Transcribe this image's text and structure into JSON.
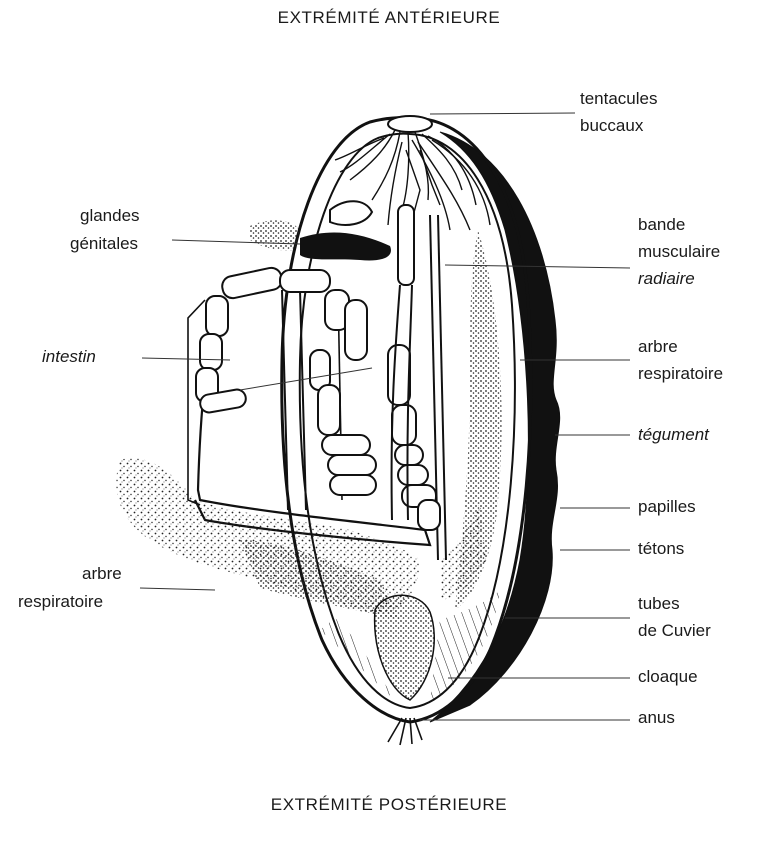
{
  "titles": {
    "top": "EXTRÉMITÉ ANTÉRIEURE",
    "bottom": "EXTRÉMITÉ POSTÉRIEURE"
  },
  "labels": {
    "tentacules_1": "tentacules",
    "tentacules_2": "buccaux",
    "glandes_1": "glandes",
    "glandes_2": "génitales",
    "bande_1": "bande",
    "bande_2": "musculaire",
    "bande_3": "radiaire",
    "intestin": "intestin",
    "arbre_right_1": "arbre",
    "arbre_right_2": "respiratoire",
    "tegument": "tégument",
    "papilles": "papilles",
    "tetons": "tétons",
    "arbre_left_1": "arbre",
    "arbre_left_2": "respiratoire",
    "tubes_1": "tubes",
    "tubes_2": "de Cuvier",
    "cloaque": "cloaque",
    "anus": "anus"
  }
}
